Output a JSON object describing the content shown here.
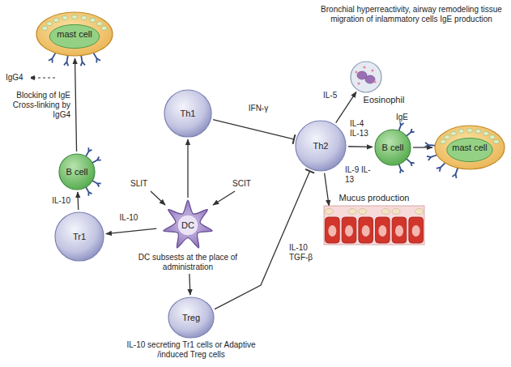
{
  "diagram": {
    "nodes": [
      {
        "text": [
          "mast cell"
        ]
      },
      {
        "text": [
          "B cell"
        ]
      },
      {
        "text": [
          "Th1"
        ]
      },
      {
        "text": [
          "Tr1"
        ]
      },
      {
        "text": [
          "DC",
          "DC subsests at the place of administration"
        ]
      },
      {
        "text": [
          "Th2"
        ]
      },
      {
        "text": [
          "Eosinophil"
        ]
      },
      {
        "text": [
          "B cell"
        ]
      },
      {
        "text": [
          "mast cell"
        ]
      },
      {
        "text": [
          "Treg",
          "IL-10 secreting Tr1 cells or Adaptive /induced Treg cells"
        ]
      },
      {
        "text": [
          "Mucus production"
        ]
      }
    ],
    "edges": [
      {
        "from": 1,
        "to": 0,
        "arrow": "to",
        "label": "Blocking of IgE Cross-linking by IgG4"
      },
      {
        "from": 3,
        "to": 1,
        "arrow": "to",
        "label": "IL-10"
      },
      {
        "from": 4,
        "to": 3,
        "arrow": "to",
        "label": "IL-10"
      },
      {
        "from": 4,
        "to": 2,
        "arrow": "to"
      },
      {
        "from": 4,
        "to": 9,
        "arrow": "to"
      },
      {
        "from": 2,
        "to": 5,
        "arrow": "to",
        "label": "IFN-γ"
      },
      {
        "from": 9,
        "to": 5,
        "arrow": "to",
        "label": "IL-10 TGF-β"
      },
      {
        "from": 5,
        "to": 6,
        "arrow": "to",
        "label": "IL-5"
      },
      {
        "from": 5,
        "to": 7,
        "arrow": "to",
        "label": "IL-4 IL-13"
      },
      {
        "from": 5,
        "to": 10,
        "arrow": "to",
        "label": "IL-9 IL-13"
      },
      {
        "from": 7,
        "to": 8,
        "arrow": "to"
      }
    ],
    "labels": [
      "IgG4",
      "SLIT",
      "SCIT",
      "Bronchial hyperreactivity, airway remodeling tissue migration of inlammatory cells IgE production",
      "IgE"
    ]
  }
}
